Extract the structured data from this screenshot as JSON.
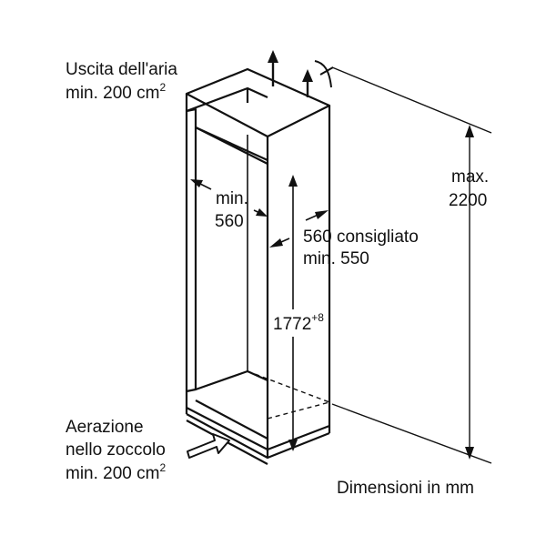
{
  "labels": {
    "air_outlet_line1": "Uscita dell'aria",
    "air_outlet_line2": "min. 200 cm",
    "air_outlet_sup": "2",
    "max_label": "max.",
    "max_value": "2200",
    "width_min_label": "min.",
    "width_min_value": "560",
    "depth_recommended": "560 consigliato",
    "depth_min": "min. 550",
    "height_value": "1772",
    "height_tolerance_sup": "+8",
    "plinth_line1": "Aerazione",
    "plinth_line2": "nello zoccolo",
    "plinth_line3": "min. 200 cm",
    "plinth_sup": "2",
    "units_note": "Dimensioni in mm"
  },
  "colors": {
    "ink": "#111111",
    "background": "#ffffff"
  }
}
